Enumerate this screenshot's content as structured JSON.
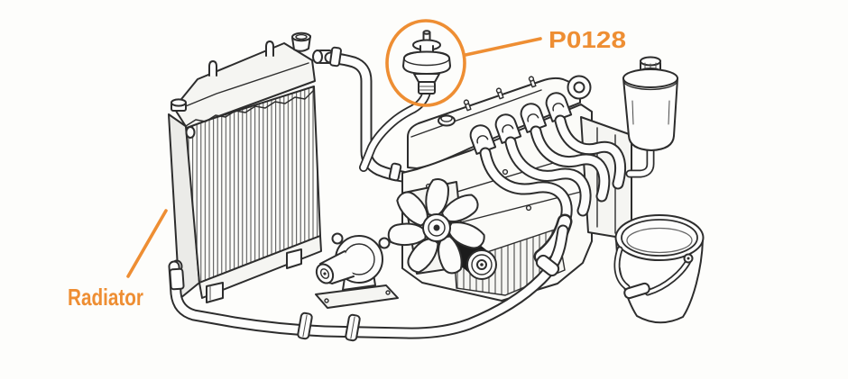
{
  "labels": {
    "p0128": "P0128",
    "radiator": "Radiator"
  },
  "colors": {
    "highlight": "#EE8E33",
    "ink": "#2D2D2D",
    "paper": "#FDFDFB"
  },
  "parts": [
    "radiator",
    "upper-radiator-hose",
    "thermostat-highlighted",
    "engine",
    "valve-cover",
    "exhaust-manifold",
    "cooling-fan",
    "drive-belt",
    "water-pump",
    "lower-radiator-hose",
    "coolant-expansion-tank",
    "bucket"
  ]
}
